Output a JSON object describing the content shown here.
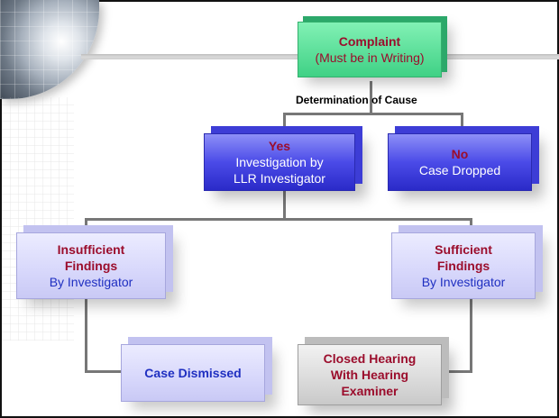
{
  "diagram": {
    "complaint": {
      "title": "Complaint",
      "subtitle": "(Must be in Writing)"
    },
    "cause_label": "Determination of Cause",
    "yes": {
      "title": "Yes",
      "line1": "Investigation by",
      "line2": "LLR Investigator"
    },
    "no": {
      "title": "No",
      "subtitle": "Case Dropped"
    },
    "insufficient": {
      "title_line1": "Insufficient",
      "title_line2": "Findings",
      "subtitle": "By Investigator"
    },
    "sufficient": {
      "title_line1": "Sufficient",
      "title_line2": "Findings",
      "subtitle": "By Investigator"
    },
    "dismissed": {
      "title": "Case Dismissed"
    },
    "hearing": {
      "line1": "Closed Hearing",
      "line2": "With Hearing",
      "line3": "Examiner"
    }
  },
  "colors": {
    "title_red": "#9b0d2c",
    "body_blue": "#1f2fc1",
    "green_box": "#4fd896",
    "blue_box": "#3f3fe0",
    "lavender_box": "#dcdcfb",
    "gray_box": "#d6d6d6"
  }
}
